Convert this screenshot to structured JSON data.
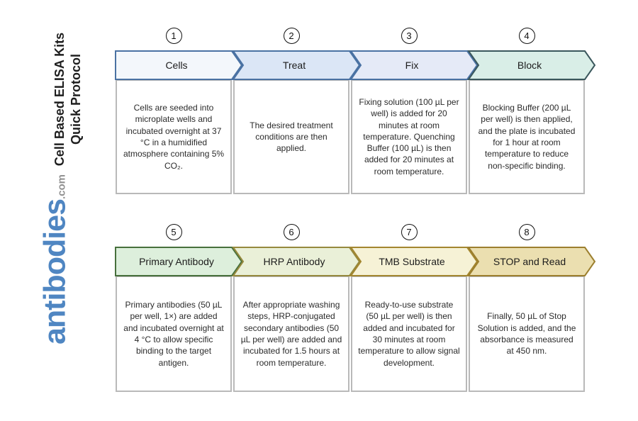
{
  "sidebar": {
    "title_line1": "Cell Based ELISA Kits",
    "title_line2": "Quick Protocol",
    "logo_text": "antibodies",
    "logo_suffix": ".com",
    "logo_color": "#4f86c2",
    "logo_suffix_color": "#919191"
  },
  "rows": [
    {
      "steps": [
        {
          "number": "1",
          "label": "Cells",
          "description": "Cells are seeded into microplate wells and incubated overnight at 37 °C in a humidified atmosphere containing 5% CO₂.",
          "fill": "#f3f7fb",
          "stroke": "#4a72a3"
        },
        {
          "number": "2",
          "label": "Treat",
          "description": "The desired treatment conditions are then applied.",
          "fill": "#dbe6f6",
          "stroke": "#4a72a3"
        },
        {
          "number": "3",
          "label": "Fix",
          "description": "Fixing solution (100 µL per well) is added for 20 minutes at room temperature. Quenching Buffer (100 µL) is then added for 20 minutes at room temperature.",
          "fill": "#e5eaf7",
          "stroke": "#4a72a3"
        },
        {
          "number": "4",
          "label": "Block",
          "description": "Blocking Buffer (200 µL per well) is then applied, and the plate is incubated for 1 hour at room temperature to reduce non-specific binding.",
          "fill": "#d9eee7",
          "stroke": "#3a575c"
        }
      ]
    },
    {
      "steps": [
        {
          "number": "5",
          "label": "Primary Antibody",
          "description": "Primary antibodies (50 µL per well, 1×) are added and incubated overnight at 4 °C to allow specific binding to the target antigen.",
          "fill": "#ddefdc",
          "stroke": "#47703c"
        },
        {
          "number": "6",
          "label": "HRP Antibody",
          "description": "After appropriate washing steps, HRP-conjugated secondary antibodies (50 µL per well) are added and incubated for 1.5 hours at room temperature.",
          "fill": "#eaf0d8",
          "stroke": "#96893d"
        },
        {
          "number": "7",
          "label": "TMB Substrate",
          "description": "Ready-to-use substrate (50 µL per well) is then added and incubated for 30 minutes at room temperature to allow signal development.",
          "fill": "#f6f2d6",
          "stroke": "#a3862f"
        },
        {
          "number": "8",
          "label": "STOP and Read",
          "description": "Finally, 50 µL of Stop Solution is added, and the absorbance is measured at 450 nm.",
          "fill": "#ebdfb0",
          "stroke": "#9c7f2e"
        }
      ]
    }
  ]
}
